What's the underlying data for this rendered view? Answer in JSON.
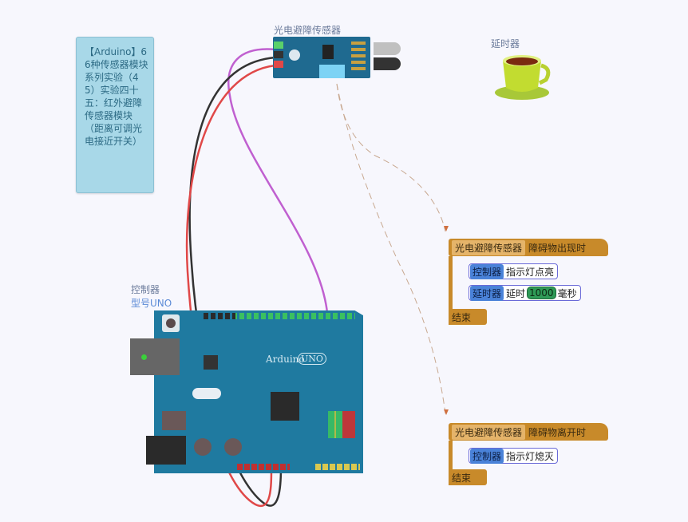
{
  "note": {
    "text": "【Arduino】66种传感器模块系列实验（45）实验四十五：红外避障传感器模块（距离可调光电接近开关）"
  },
  "sensor": {
    "label": "光电避障传感器"
  },
  "timer": {
    "label": "延时器",
    "icon": "teacup-icon"
  },
  "controller": {
    "label": "控制器",
    "model": "型号UNO",
    "board_text": "Arduino",
    "board_badge": "UNO"
  },
  "blocks": [
    {
      "device": "光电避障传感器",
      "event": "障碍物出现时",
      "statements": [
        {
          "device": "控制器",
          "action": "指示灯点亮"
        },
        {
          "device": "延时器",
          "action": "延时",
          "value": "1000",
          "unit": "毫秒"
        }
      ],
      "end": "结束"
    },
    {
      "device": "光电避障传感器",
      "event": "障碍物离开时",
      "statements": [
        {
          "device": "控制器",
          "action": "指示灯熄灭"
        }
      ],
      "end": "结束"
    }
  ],
  "colors": {
    "background": "#f7f7fd",
    "event_block": "#c88a2a",
    "device_chip": "#4a82d8",
    "number_chip": "#2e9a56",
    "board": "#1f7aa0",
    "wire_signal": "#c060d0",
    "wire_gnd": "#333333",
    "wire_vcc": "#e04848"
  }
}
